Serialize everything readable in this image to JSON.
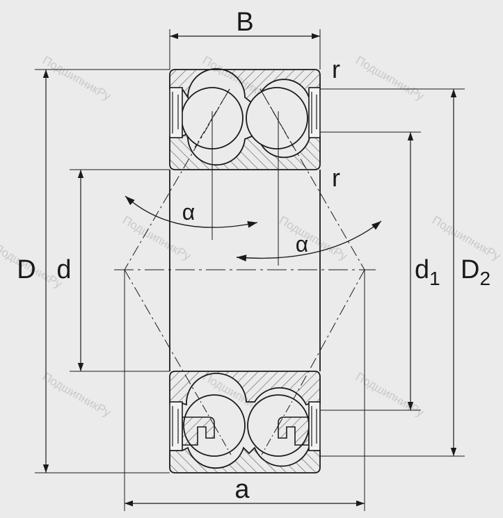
{
  "diagram": {
    "labels": {
      "B": "B",
      "r_top": "r",
      "r_mid": "r",
      "alpha_left": "α",
      "alpha_right": "α",
      "D": "D",
      "d": "d",
      "d1_main": "d",
      "d1_sub": "1",
      "D2_main": "D",
      "D2_sub": "2",
      "a": "a"
    },
    "watermark": "ПодшипникРу",
    "colors": {
      "background": "#ebebeb",
      "line": "#1a1a1a",
      "hatch": "#555555",
      "seal": "#f2f2f2"
    }
  }
}
